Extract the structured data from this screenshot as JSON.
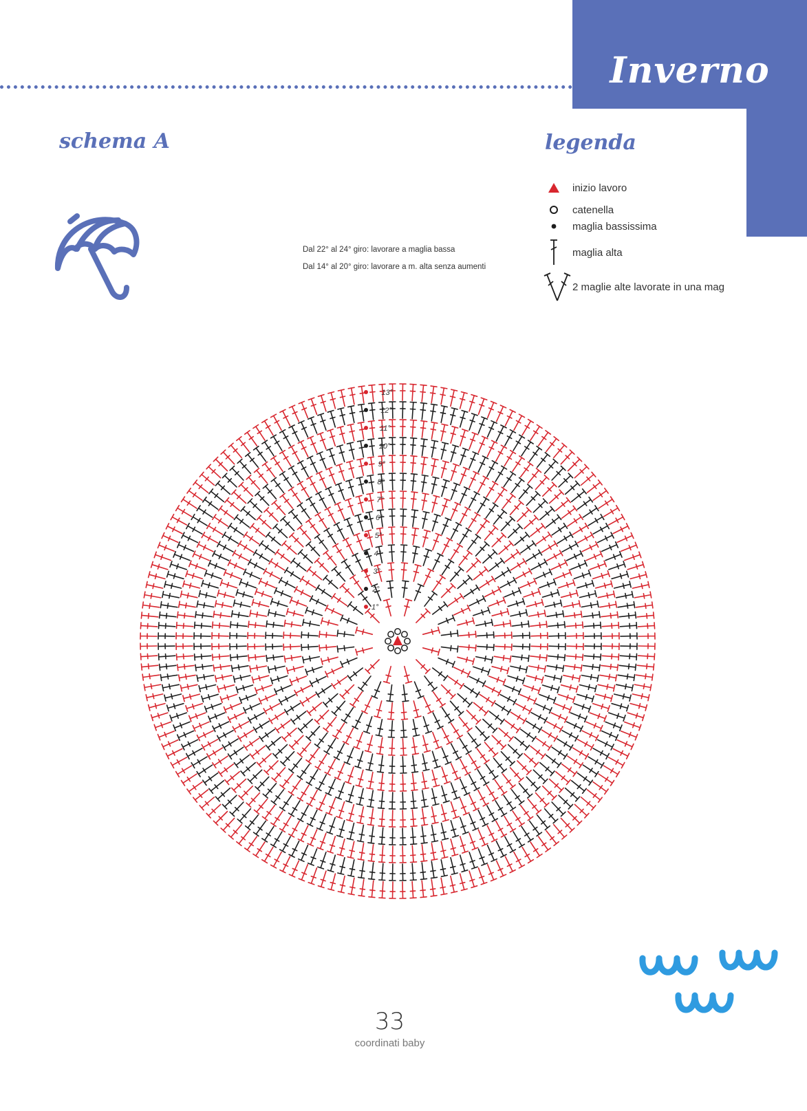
{
  "header": {
    "season": "Inverno"
  },
  "section": {
    "schema_title": "schema A",
    "legend_title": "legenda"
  },
  "legend": [
    {
      "icon": "red-triangle-icon",
      "label": "inizio lavoro"
    },
    {
      "icon": "open-circle-icon",
      "label": "catenella"
    },
    {
      "icon": "small-dot-icon",
      "label": "maglia bassissima"
    },
    {
      "icon": "double-crochet-icon",
      "label": "maglia alta"
    },
    {
      "icon": "v-stitch-icon",
      "label": "2 maglie alte lavorate in una mag"
    }
  ],
  "notes": [
    "Dal 22° al 24° giro: lavorare a maglia bassa",
    "Dal 14° al 20° giro: lavorare a m. alta senza aumenti"
  ],
  "diagram": {
    "round_labels": [
      "1°",
      "2°",
      "3°",
      "4°",
      "5°",
      "6°",
      "7°",
      "8°",
      "9°",
      "10°",
      "11°",
      "12°",
      "13°"
    ],
    "colors": {
      "red": "#d8262e",
      "black": "#1e1e1e",
      "accent": "#5a70b8",
      "deco": "#2f9be0"
    }
  },
  "footer": {
    "page_number": "33",
    "book_title": "coordinati baby"
  }
}
